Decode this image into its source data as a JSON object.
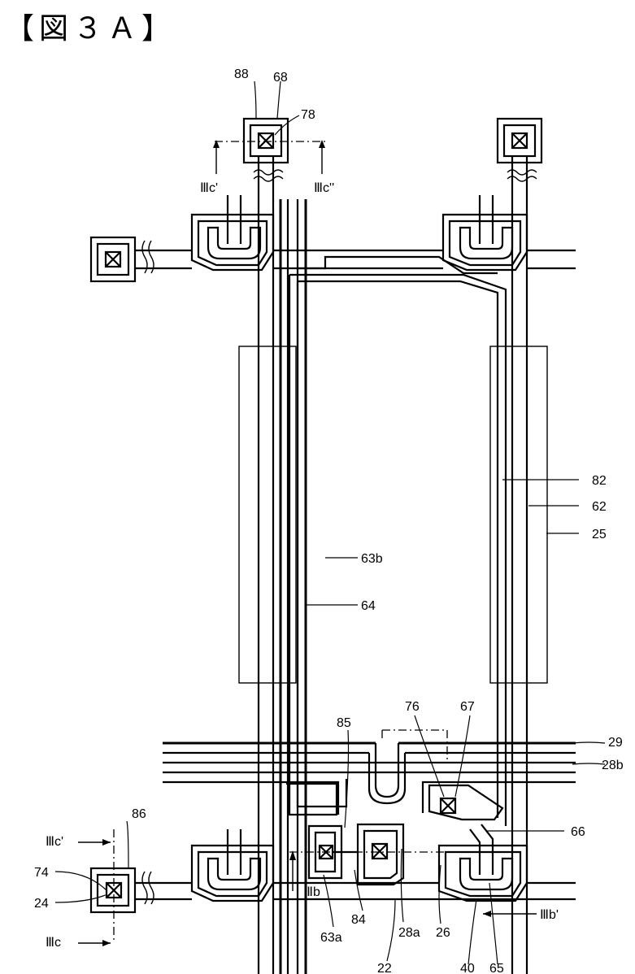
{
  "figure": {
    "title": "【図３Ａ】"
  },
  "labels": {
    "l88": "88",
    "l68": "68",
    "l78": "78",
    "cut_c_prime_top": "Ⅲc'",
    "cut_c_dprime": "Ⅲc''",
    "l82": "82",
    "l62": "62",
    "l25": "25",
    "l63b": "63b",
    "l64": "64",
    "l85": "85",
    "l76": "76",
    "l67": "67",
    "l29": "29",
    "l28b": "28b",
    "l86": "86",
    "cut_c_prime_left": "Ⅲc'",
    "l66": "66",
    "l74": "74",
    "l24": "24",
    "cut_b": "Ⅲb",
    "cut_b_prime": "Ⅲb'",
    "cut_c": "Ⅲc",
    "l84": "84",
    "l63a": "63a",
    "l28a": "28a",
    "l26": "26",
    "l22": "22",
    "l40": "40",
    "l65": "65"
  }
}
